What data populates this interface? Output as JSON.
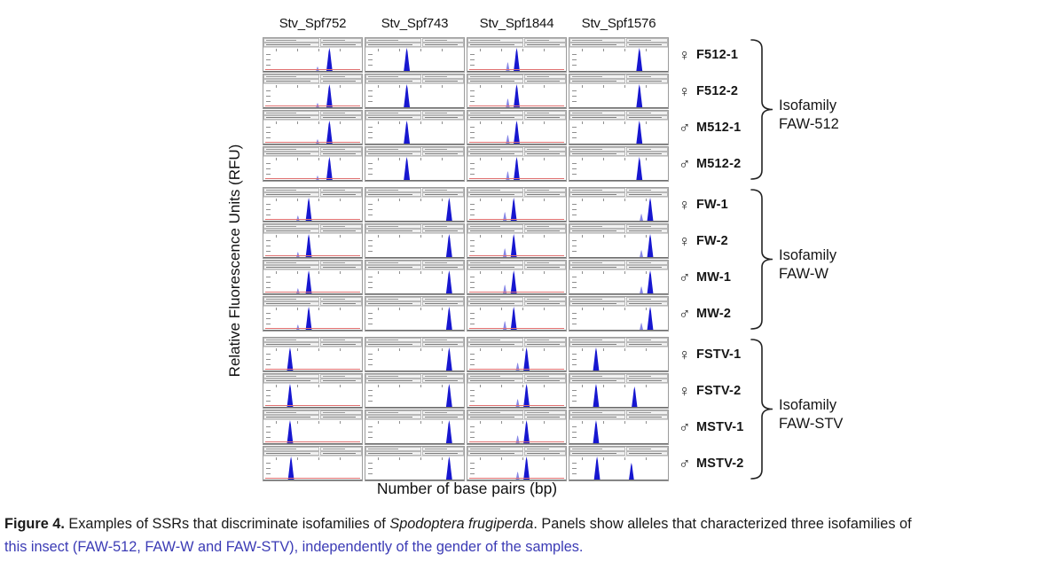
{
  "figure": {
    "columns": [
      "Stv_Spf752",
      "Stv_Spf743",
      "Stv_Spf1844",
      "Stv_Spf1576"
    ],
    "y_axis_label": "Relative Fluorescence Units (RFU)",
    "x_axis_label": "Number of base pairs (bp)",
    "peak_color": "#1717d0",
    "threshold_line_color": "#e07070",
    "groups": [
      {
        "label_line1": "Isofamily",
        "label_line2": "FAW-512",
        "samples": [
          {
            "symbol": "♀",
            "sex": "female",
            "label": "F512-1",
            "peaks": [
              [
                [
                  0.67,
                  1
                ],
                [
                  0.55,
                  0.1
                ]
              ],
              [
                [
                  0.42,
                  1
                ]
              ],
              [
                [
                  0.5,
                  1
                ],
                [
                  0.41,
                  0.3
                ]
              ],
              [
                [
                  0.71,
                  1
                ]
              ]
            ]
          },
          {
            "symbol": "♀",
            "sex": "female",
            "label": "F512-2",
            "peaks": [
              [
                [
                  0.67,
                  1
                ],
                [
                  0.55,
                  0.1
                ]
              ],
              [
                [
                  0.42,
                  1
                ]
              ],
              [
                [
                  0.5,
                  1
                ],
                [
                  0.41,
                  0.3
                ]
              ],
              [
                [
                  0.71,
                  1
                ]
              ]
            ]
          },
          {
            "symbol": "♂",
            "sex": "male",
            "label": "M512-1",
            "peaks": [
              [
                [
                  0.67,
                  1
                ],
                [
                  0.55,
                  0.1
                ]
              ],
              [
                [
                  0.42,
                  1
                ]
              ],
              [
                [
                  0.5,
                  1
                ],
                [
                  0.41,
                  0.3
                ]
              ],
              [
                [
                  0.71,
                  1
                ]
              ]
            ]
          },
          {
            "symbol": "♂",
            "sex": "male",
            "label": "M512-2",
            "peaks": [
              [
                [
                  0.67,
                  1
                ],
                [
                  0.55,
                  0.1
                ]
              ],
              [
                [
                  0.42,
                  1
                ]
              ],
              [
                [
                  0.5,
                  1
                ],
                [
                  0.41,
                  0.3
                ]
              ],
              [
                [
                  0.71,
                  1
                ]
              ]
            ]
          }
        ]
      },
      {
        "label_line1": "Isofamily",
        "label_line2": "FAW-W",
        "samples": [
          {
            "symbol": "♀",
            "sex": "female",
            "label": "FW-1",
            "peaks": [
              [
                [
                  0.46,
                  1
                ],
                [
                  0.35,
                  0.12
                ]
              ],
              [
                [
                  0.85,
                  1
                ]
              ],
              [
                [
                  0.47,
                  1
                ],
                [
                  0.38,
                  0.3
                ]
              ],
              [
                [
                  0.82,
                  1
                ],
                [
                  0.73,
                  0.22
                ]
              ]
            ]
          },
          {
            "symbol": "♀",
            "sex": "female",
            "label": "FW-2",
            "peaks": [
              [
                [
                  0.46,
                  1
                ],
                [
                  0.35,
                  0.12
                ]
              ],
              [
                [
                  0.85,
                  1
                ]
              ],
              [
                [
                  0.47,
                  1
                ],
                [
                  0.38,
                  0.3
                ]
              ],
              [
                [
                  0.82,
                  1
                ],
                [
                  0.73,
                  0.22
                ]
              ]
            ]
          },
          {
            "symbol": "♂",
            "sex": "male",
            "label": "MW-1",
            "peaks": [
              [
                [
                  0.46,
                  1
                ],
                [
                  0.35,
                  0.12
                ]
              ],
              [
                [
                  0.85,
                  1
                ]
              ],
              [
                [
                  0.47,
                  1
                ],
                [
                  0.38,
                  0.3
                ]
              ],
              [
                [
                  0.82,
                  1
                ],
                [
                  0.73,
                  0.22
                ]
              ]
            ]
          },
          {
            "symbol": "♂",
            "sex": "male",
            "label": "MW-2",
            "peaks": [
              [
                [
                  0.46,
                  1
                ],
                [
                  0.35,
                  0.12
                ]
              ],
              [
                [
                  0.85,
                  1
                ]
              ],
              [
                [
                  0.47,
                  1
                ],
                [
                  0.38,
                  0.3
                ]
              ],
              [
                [
                  0.82,
                  1
                ],
                [
                  0.73,
                  0.22
                ]
              ]
            ]
          }
        ]
      },
      {
        "label_line1": "Isofamily",
        "label_line2": "FAW-STV",
        "samples": [
          {
            "symbol": "♀",
            "sex": "female",
            "label": "FSTV-1",
            "peaks": [
              [
                [
                  0.27,
                  1
                ]
              ],
              [
                [
                  0.85,
                  1
                ]
              ],
              [
                [
                  0.6,
                  1
                ],
                [
                  0.51,
                  0.28
                ]
              ],
              [
                [
                  0.27,
                  1
                ]
              ]
            ]
          },
          {
            "symbol": "♀",
            "sex": "female",
            "label": "FSTV-2",
            "peaks": [
              [
                [
                  0.27,
                  1
                ]
              ],
              [
                [
                  0.85,
                  1
                ]
              ],
              [
                [
                  0.6,
                  1
                ],
                [
                  0.51,
                  0.28
                ]
              ],
              [
                [
                  0.27,
                  1
                ],
                [
                  0.66,
                  0.85
                ]
              ]
            ]
          },
          {
            "symbol": "♂",
            "sex": "male",
            "label": "MSTV-1",
            "peaks": [
              [
                [
                  0.27,
                  1
                ]
              ],
              [
                [
                  0.85,
                  1
                ]
              ],
              [
                [
                  0.6,
                  1
                ],
                [
                  0.51,
                  0.28
                ]
              ],
              [
                [
                  0.27,
                  1
                ]
              ]
            ]
          },
          {
            "symbol": "♂",
            "sex": "male",
            "label": "MSTV-2",
            "peaks": [
              [
                [
                  0.28,
                  1
                ]
              ],
              [
                [
                  0.85,
                  1
                ]
              ],
              [
                [
                  0.6,
                  1
                ],
                [
                  0.51,
                  0.28
                ]
              ],
              [
                [
                  0.28,
                  1
                ],
                [
                  0.63,
                  0.7
                ]
              ]
            ]
          }
        ]
      }
    ]
  },
  "caption": {
    "figure_label": "Figure 4.",
    "text_a": " Examples of SSRs that discriminate isofamilies of ",
    "species": "Spodoptera frugiperda",
    "text_b": ".  Panels show alleles that characterized three isofamilies of",
    "line2": "this insect (FAW-512, FAW-W and FAW-STV), independently of the gender of the samples."
  }
}
